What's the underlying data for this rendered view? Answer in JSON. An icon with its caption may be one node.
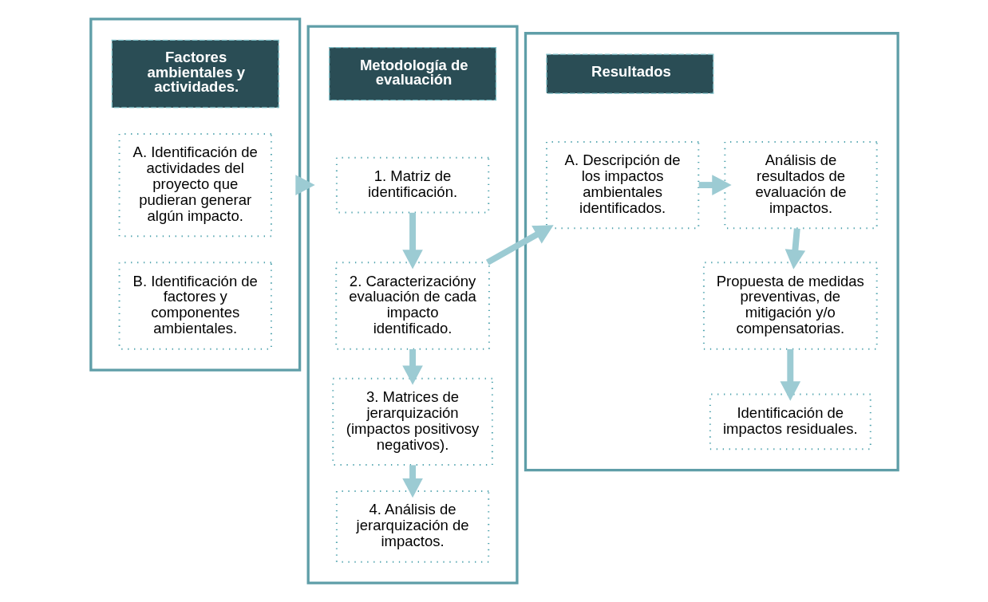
{
  "diagram": {
    "nodes": [
      {
        "text": [],
        "shape": "box"
      },
      {
        "text": [
          "Factores ambientales y actividades."
        ],
        "in": 0
      },
      {
        "text": [
          "A. Identificación de actividades del proyecto que pudieran generar algún impacto."
        ],
        "in": 0
      },
      {
        "text": [
          "B. Identificación de factores y componentes ambientales."
        ],
        "in": 0
      },
      {
        "text": [],
        "shape": "box"
      },
      {
        "text": [
          "Metodología de evaluación"
        ],
        "in": 4
      },
      {
        "text": [
          "1. Matriz de identificación."
        ],
        "in": 4
      },
      {
        "text": [
          "2. Caracterizacióny evaluación de cada impacto identificado."
        ],
        "in": 4
      },
      {
        "text": [
          "3. Matrices de jerarquización (impactos positivosy negativos)."
        ],
        "in": 4
      },
      {
        "text": [
          "4. Análisis de jerarquización de impactos."
        ],
        "in": 4
      },
      {
        "text": [],
        "shape": "box"
      },
      {
        "text": [
          "Resultados"
        ],
        "in": 10
      },
      {
        "text": [
          "A. Descripción de los impactos ambientales identificados."
        ],
        "in": 10
      },
      {
        "text": [
          "Análisis de resultados de evaluación de impactos."
        ],
        "in": 10
      },
      {
        "text": [
          "Propuesta de medidas preventivas, de mitigación y/o compensatorias."
        ],
        "in": 10
      },
      {
        "text": [
          "Identificación de impactos residuales."
        ],
        "in": 10
      }
    ],
    "edges": [
      {
        "from": 0,
        "to": 4,
        "arrow": "to"
      },
      {
        "from": 6,
        "to": 7,
        "arrow": "to"
      },
      {
        "from": 7,
        "to": 8,
        "arrow": "to"
      },
      {
        "from": 8,
        "to": 9,
        "arrow": "to"
      },
      {
        "from": 7,
        "to": 12,
        "arrow": "to"
      },
      {
        "from": 12,
        "to": 13,
        "arrow": "to"
      },
      {
        "from": 13,
        "to": 14,
        "arrow": "to"
      },
      {
        "from": 14,
        "to": 15,
        "arrow": "to"
      }
    ]
  }
}
